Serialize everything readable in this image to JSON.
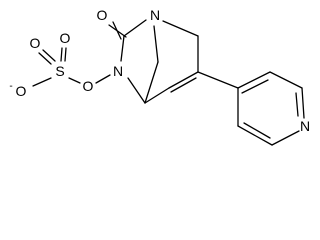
{
  "molecule": {
    "atoms": {
      "carbonyl_oxygen": "O",
      "bridgehead_nitrogen": "N",
      "hydroxylamine_nitrogen": "N",
      "ester_oxygen": "O",
      "sulfur": "S",
      "sulfonyl_oxygen_left": "O",
      "sulfonyl_oxygen_right": "O",
      "anionic_oxygen": "O",
      "anion_charge": "-",
      "pyridine_nitrogen": "N"
    }
  }
}
